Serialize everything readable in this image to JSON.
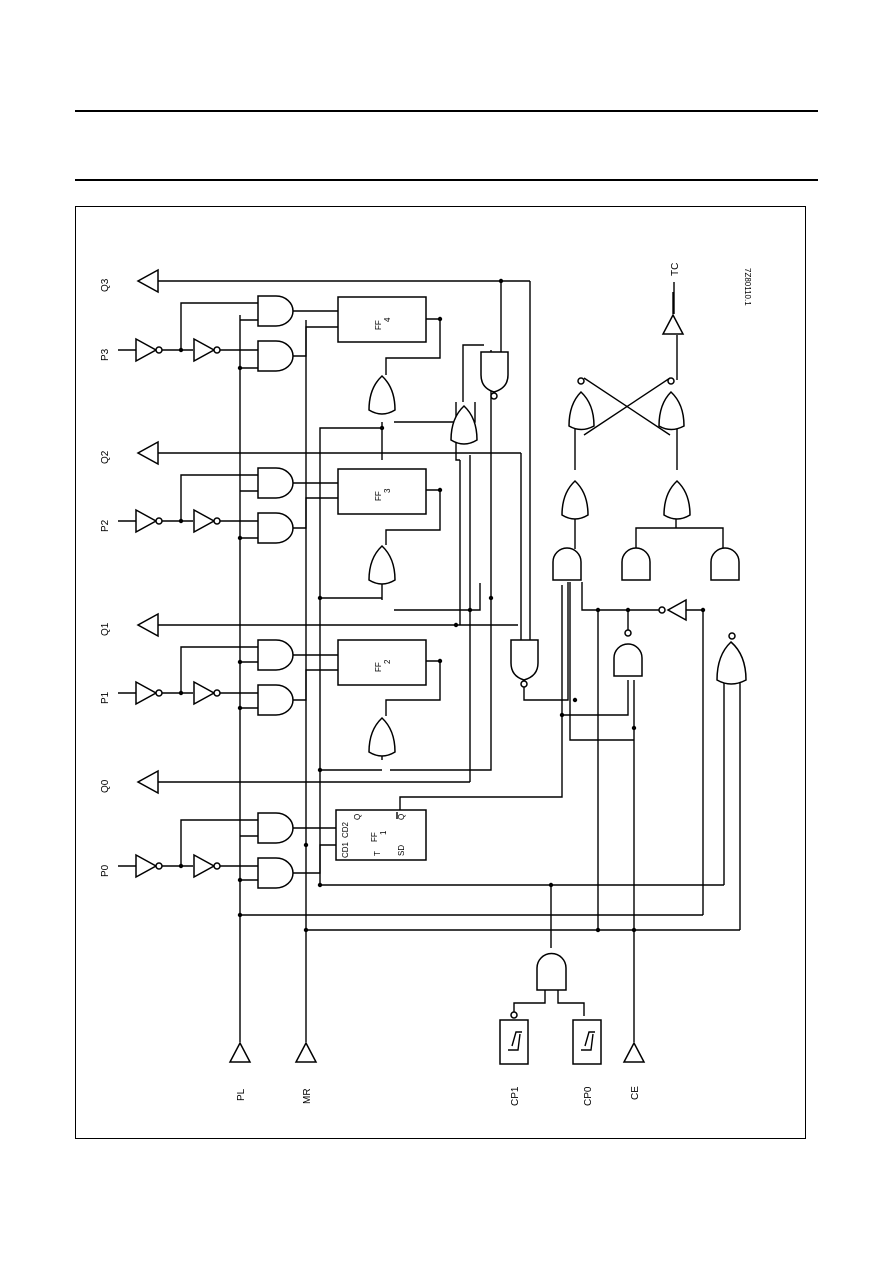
{
  "labels": {
    "q3": "Q3",
    "p3": "P3",
    "q2": "Q2",
    "p2": "P2",
    "q1": "Q1",
    "p1": "P1",
    "q0": "Q0",
    "p0": "P0",
    "pl": "PL",
    "mr": "MR",
    "cp1": "CP1",
    "cp0": "CP0",
    "ce": "CE",
    "tc": "TC",
    "ref": "7Z80110.1"
  },
  "blocks": {
    "ff4": [
      "FF",
      "4"
    ],
    "ff3": [
      "FF",
      "3"
    ],
    "ff2": [
      "FF",
      "2"
    ],
    "ff1": [
      "CD2",
      "CD1",
      "Q",
      "FF",
      "1",
      "T",
      "Q",
      "SD"
    ]
  }
}
